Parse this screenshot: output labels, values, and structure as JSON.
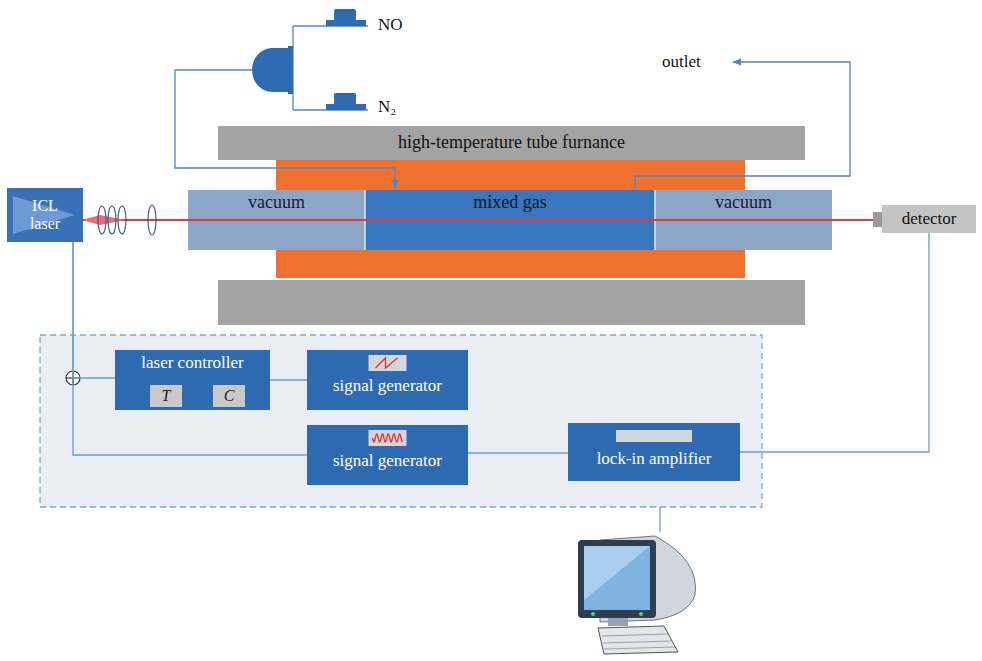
{
  "diagram": {
    "nodes": [
      {
        "text": [
          "high-temperature tube furnance"
        ]
      },
      {
        "text": [
          "ICL laser"
        ]
      },
      {
        "text": [
          "vacuum"
        ]
      },
      {
        "text": [
          "mixed gas"
        ]
      },
      {
        "text": [
          "vacuum"
        ]
      },
      {
        "text": [
          "detector"
        ]
      },
      {
        "text": [
          "laser controller"
        ]
      },
      {
        "text": [
          "T"
        ],
        "in": 6
      },
      {
        "text": [
          "C"
        ],
        "in": 6
      },
      {
        "text": [
          "signal generator"
        ]
      },
      {
        "text": [
          "signal generator"
        ]
      },
      {
        "text": [
          "lock-in amplifier"
        ]
      }
    ],
    "edges": [
      {
        "from": 6,
        "to": 9,
        "arrow": "none"
      },
      {
        "from": 5,
        "to": 11,
        "arrow": "none"
      },
      {
        "from": 10,
        "to": 11,
        "arrow": "none"
      },
      {
        "from": 10,
        "to": 1,
        "arrow": "none"
      },
      {
        "from": 6,
        "to": 1,
        "arrow": "none"
      }
    ],
    "labels": [
      "NO",
      "N₂",
      "outlet"
    ]
  }
}
